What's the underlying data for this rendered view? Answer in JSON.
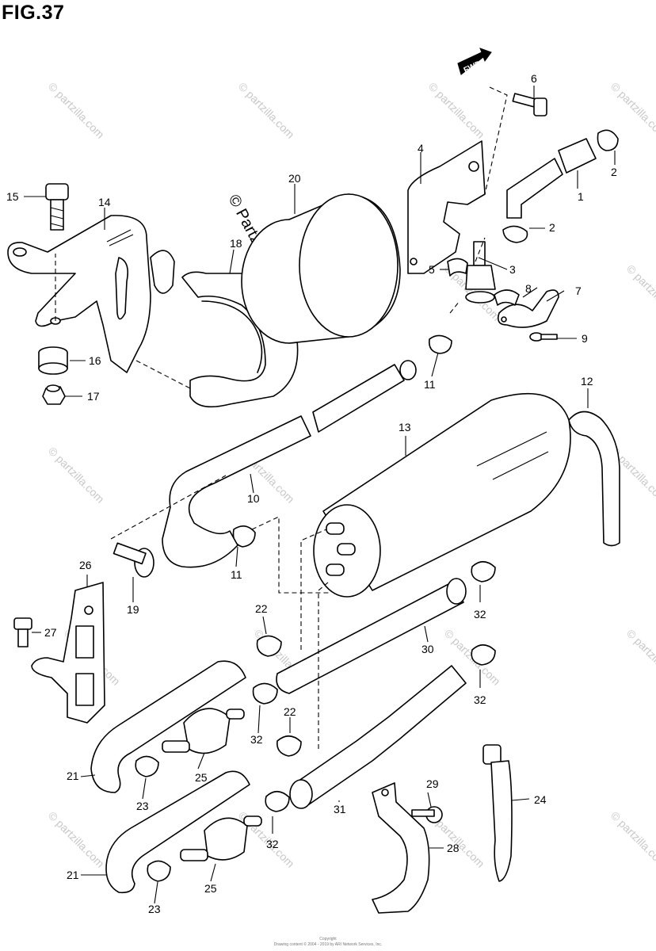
{
  "figure": {
    "title": "FIG.37"
  },
  "brand_watermark": "© Partzilla.com",
  "background_watermark": "© partzilla.com",
  "fwd_label": "FWD",
  "callouts": [
    "1",
    "2",
    "2",
    "3",
    "4",
    "5",
    "6",
    "7",
    "8",
    "9",
    "10",
    "11",
    "11",
    "12",
    "13",
    "14",
    "15",
    "16",
    "17",
    "18",
    "19",
    "20",
    "21",
    "21",
    "22",
    "22",
    "23",
    "23",
    "24",
    "25",
    "25",
    "26",
    "27",
    "28",
    "29",
    "30",
    "31",
    "32",
    "32",
    "32",
    "32"
  ],
  "footer": {
    "line1": "Copyright",
    "line2": "Drawing content © 2004 - 2019 by ARI Network Services, Inc."
  }
}
